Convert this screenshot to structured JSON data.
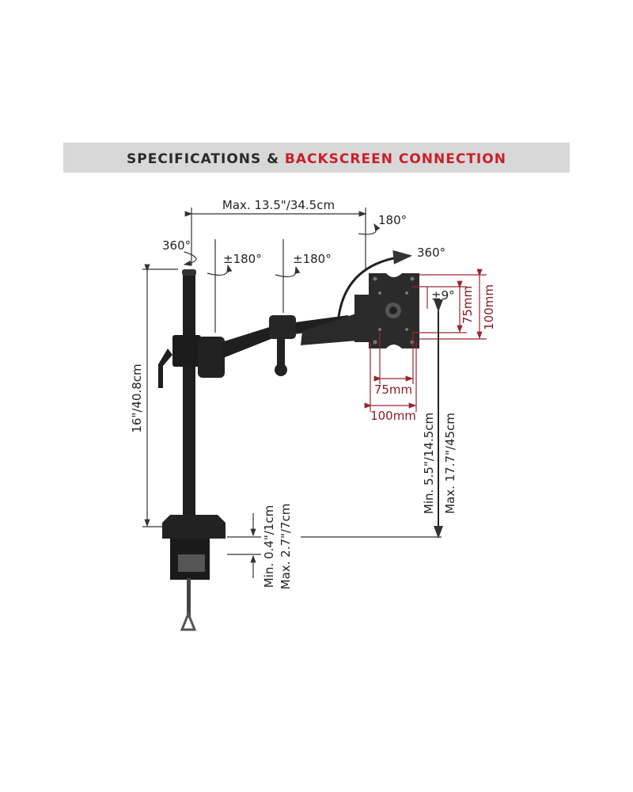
{
  "header": {
    "title_part1": "SPECIFICATIONS & ",
    "title_part2": "BACKSCREEN CONNECTION",
    "banner_color": "#d8d8d8",
    "accent_color": "#c8202a"
  },
  "dimensions": {
    "arm_reach": "Max. 13.5\"/34.5cm",
    "pole_height": "16\"/40.8cm",
    "height_min": "Min. 5.5\"/14.5cm",
    "height_max": "Max. 17.7\"/45cm",
    "clamp_min": "Min. 0.4\"/1cm",
    "clamp_max": "Max. 2.7\"/7cm",
    "vesa_75_h": "75mm",
    "vesa_100_h": "100mm",
    "vesa_75_v": "75mm",
    "vesa_100_v": "100mm"
  },
  "rotations": {
    "pole_swivel": "360°",
    "joint1": "±180°",
    "joint2": "±180°",
    "head_swivel": "180°",
    "head_rotate": "360°",
    "tilt": "±9°"
  }
}
